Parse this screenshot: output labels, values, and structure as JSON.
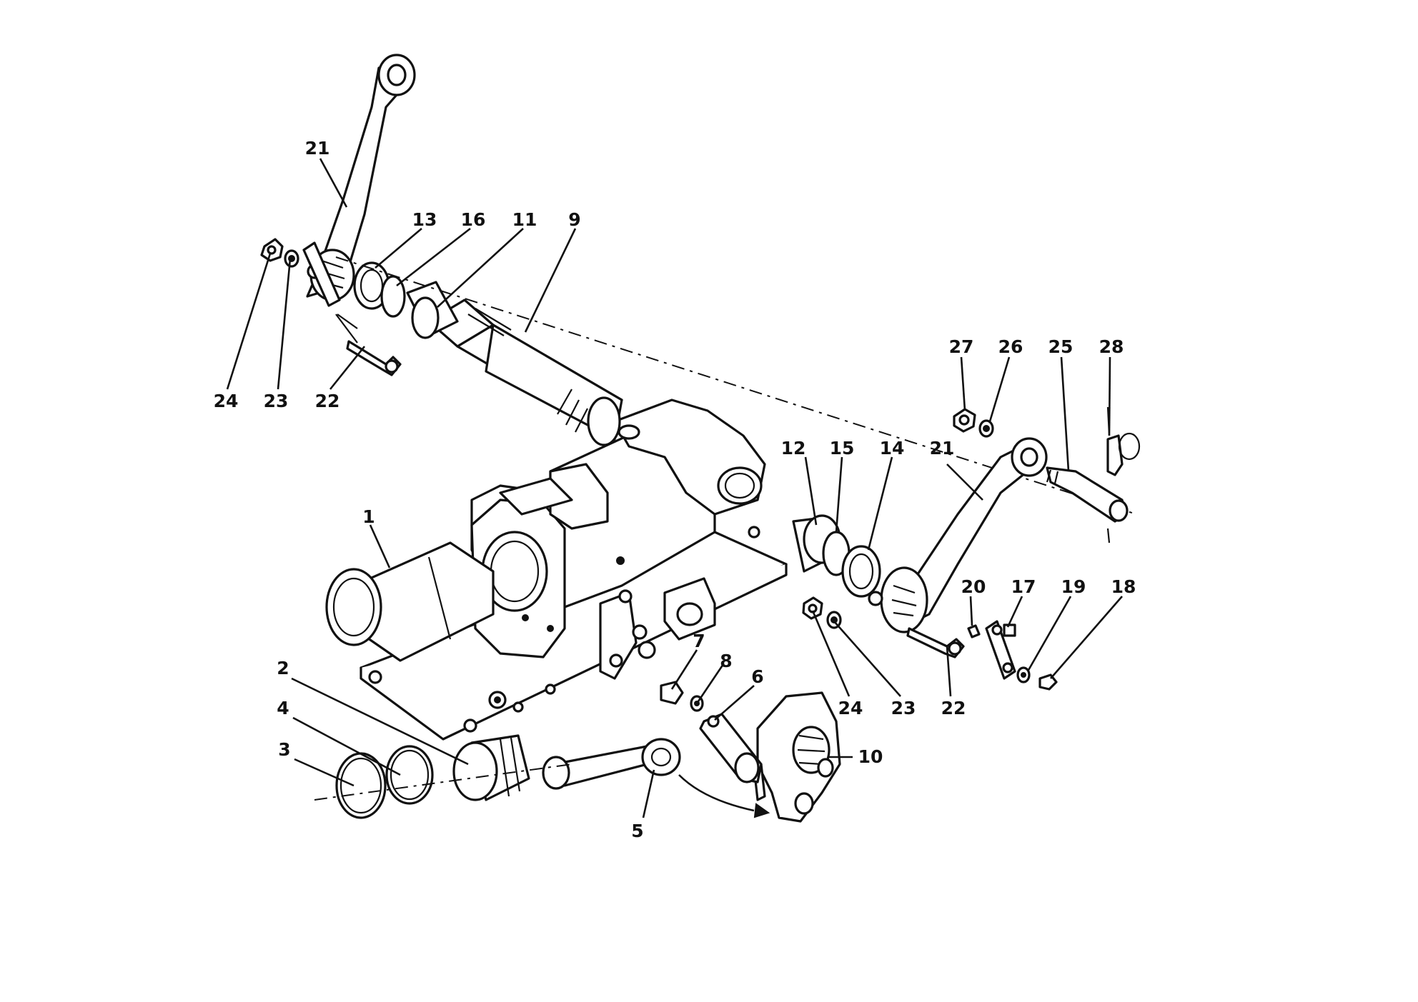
{
  "callouts": {
    "c1": "1",
    "c2": "2",
    "c3": "3",
    "c4": "4",
    "c5": "5",
    "c6": "6",
    "c7": "7",
    "c8": "8",
    "c9": "9",
    "c10": "10",
    "c11": "11",
    "c12": "12",
    "c13": "13",
    "c14": "14",
    "c15": "15",
    "c16": "16",
    "c17": "17",
    "c18": "18",
    "c19": "19",
    "c20": "20",
    "c21a": "21",
    "c21b": "21",
    "c22a": "22",
    "c22b": "22",
    "c23a": "23",
    "c23b": "23",
    "c24a": "24",
    "c24b": "24",
    "c25": "25",
    "c26": "26",
    "c27": "27",
    "c28": "28"
  }
}
